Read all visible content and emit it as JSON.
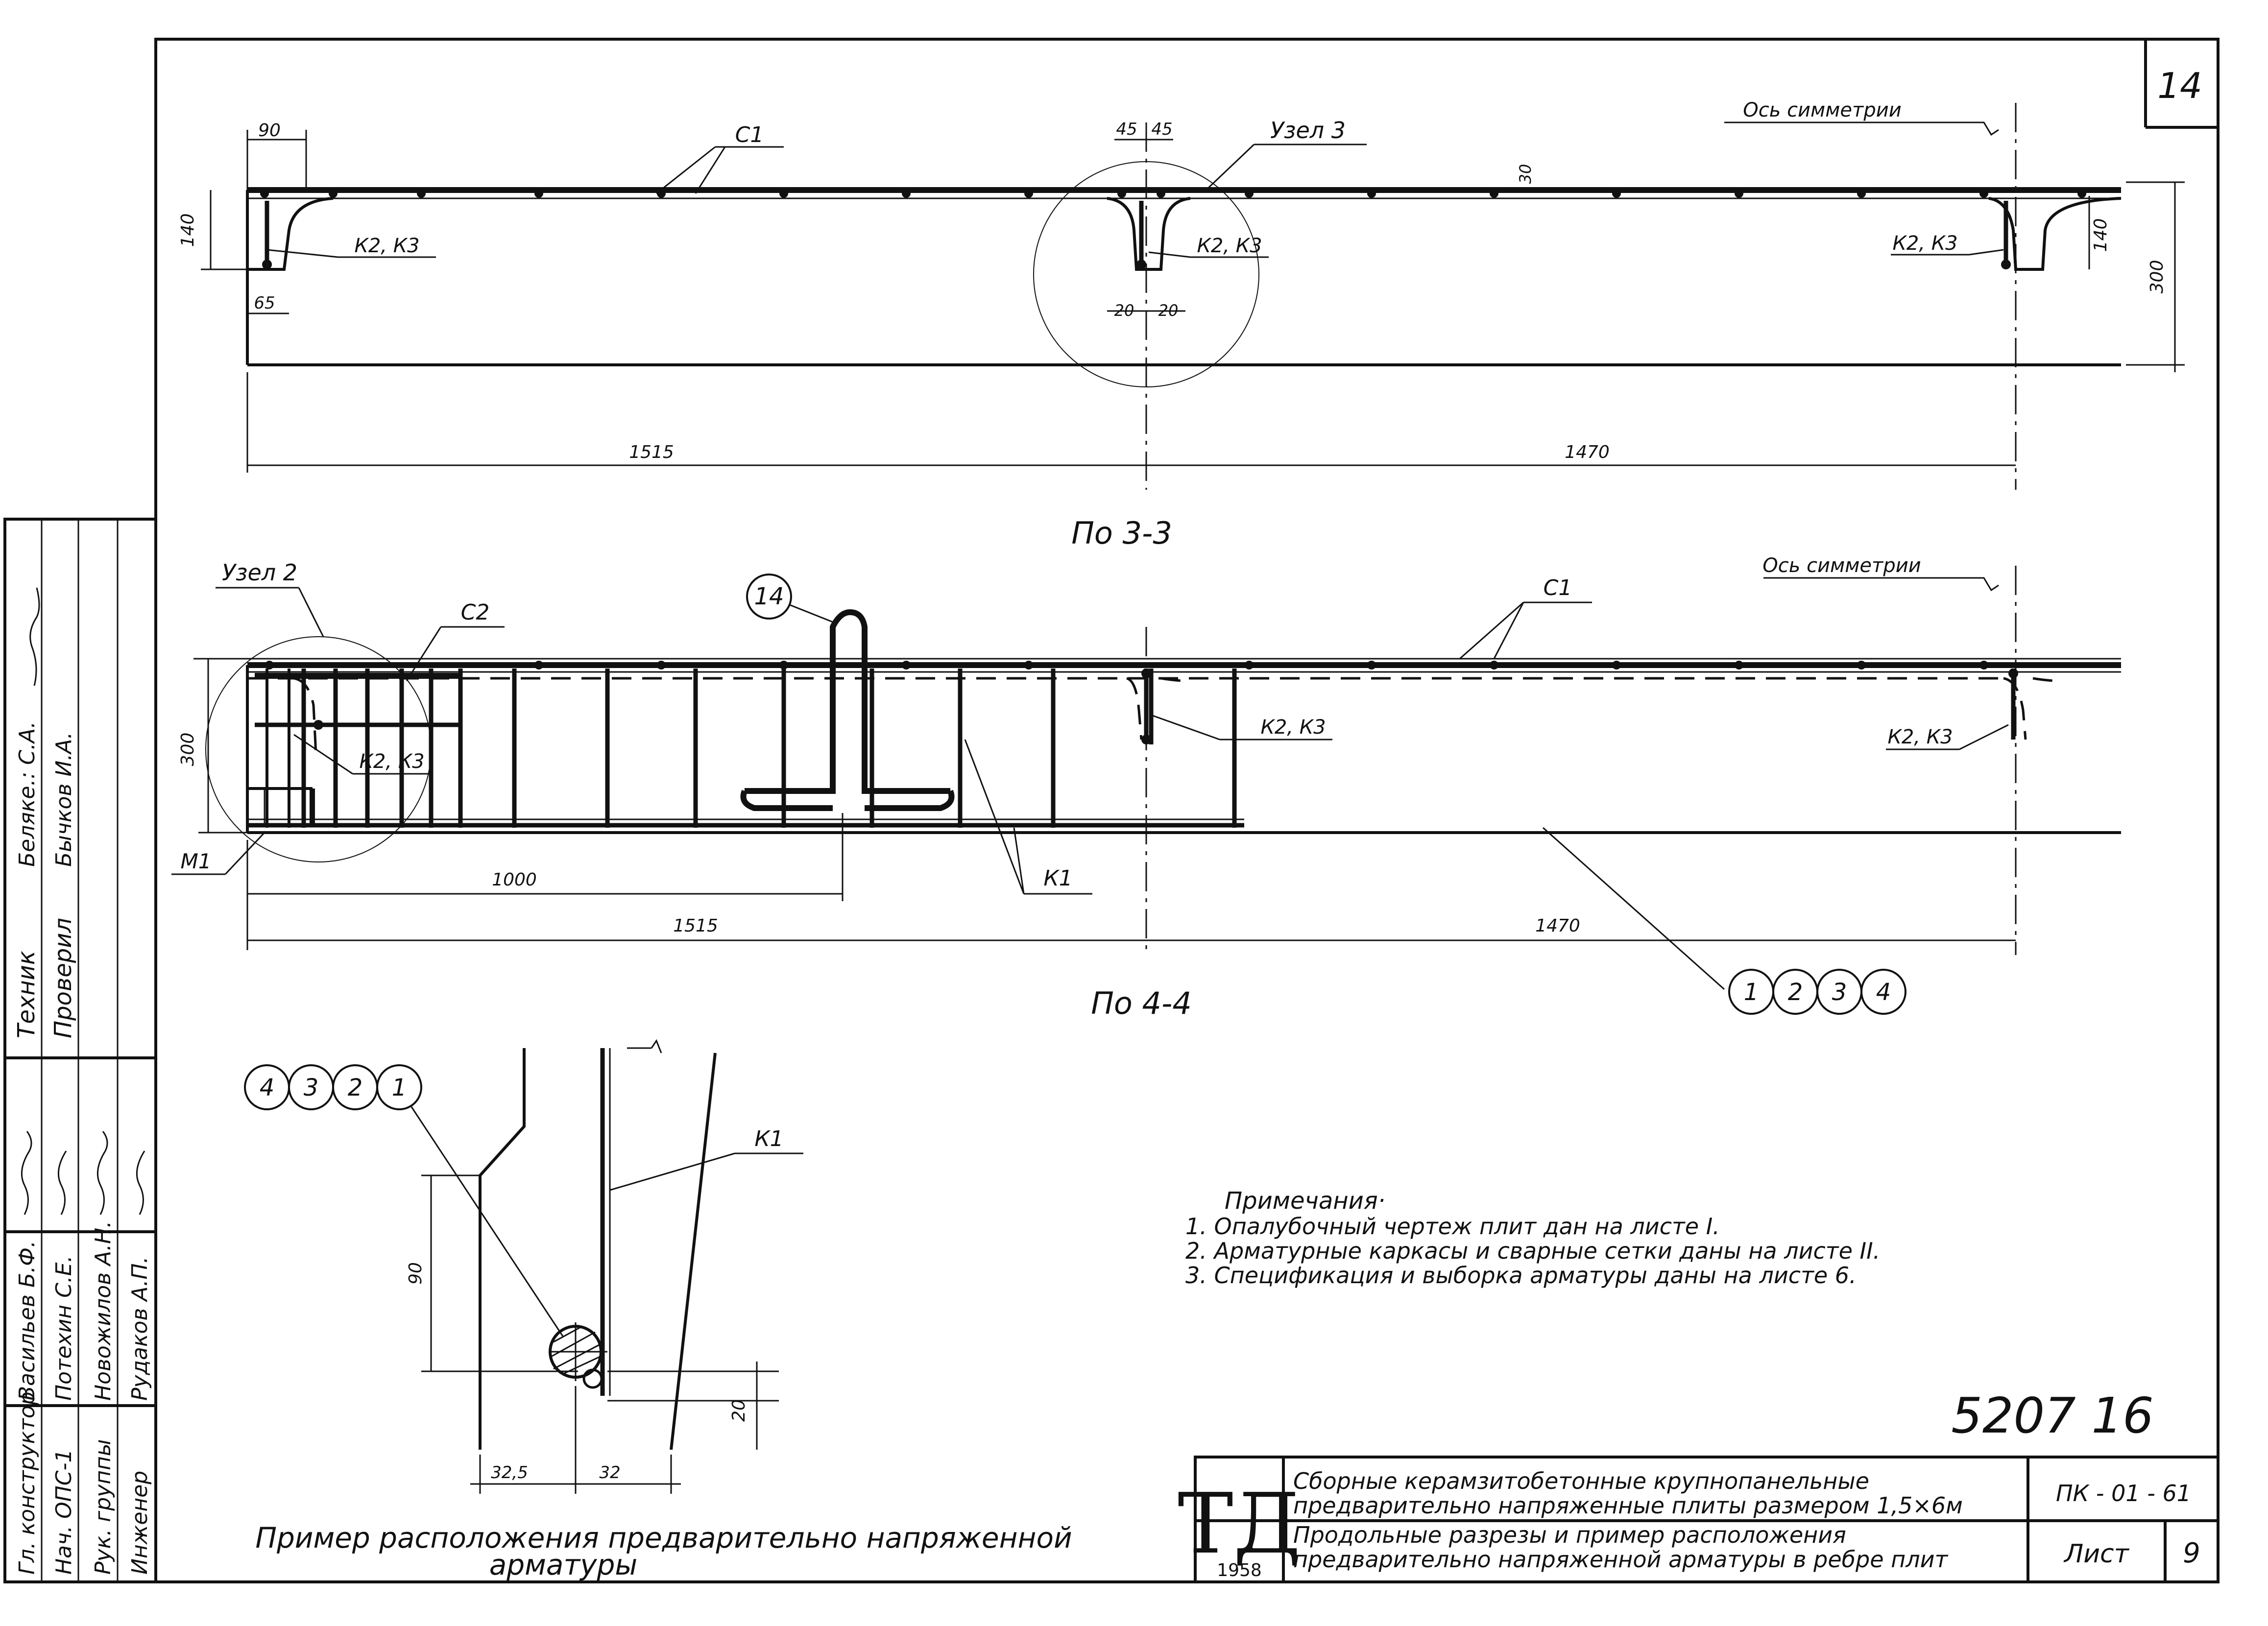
{
  "sheet_number": "14",
  "top_section": {
    "dims": {
      "d90": "90",
      "d45a": "45",
      "d45b": "45",
      "d140_left": "140",
      "d65": "65",
      "d30": "30",
      "d20a": "20",
      "d20b": "20",
      "d140_right": "140",
      "d300": "300",
      "d1515": "1515",
      "d1470": "1470"
    },
    "labels": {
      "c1": "C1",
      "uzel3": "Узел 3",
      "axis_sym": "Ось симметрии",
      "k2k3_left": "К2, К3",
      "k2k3_mid": "К2, К3",
      "k2k3_right": "К2, К3"
    },
    "title": "По 3-3"
  },
  "middle_section": {
    "dims": {
      "d300": "300",
      "d1000": "1000",
      "d1515": "1515",
      "d1470": "1470"
    },
    "labels": {
      "uzel2": "Узел 2",
      "c2": "С2",
      "c1": "С1",
      "axis_sym": "Ось симметрии",
      "k2k3_left": "К2, К3",
      "k2k3_mid": "К2, К3",
      "k2k3_right": "К2, К3",
      "m1": "М1",
      "k1": "К1",
      "pos14": "14"
    },
    "position_circles": [
      "1",
      "2",
      "3",
      "4"
    ],
    "title": "По 4-4"
  },
  "detail": {
    "position_circles": [
      "4",
      "3",
      "2",
      "1"
    ],
    "labels": {
      "k1": "К1"
    },
    "dims": {
      "d90": "90",
      "d20": "20",
      "d32_5": "32,5",
      "d32": "32"
    },
    "caption_line1": "Пример расположения предварительно напряженной",
    "caption_line2": "арматуры"
  },
  "notes": {
    "heading": "Примечания·",
    "items": [
      "1. Опалубочный чертеж плит дан на листе I.",
      "2. Арматурные каркасы и сварные сетки даны на листе II.",
      "3. Спецификация и выборка арматуры даны на листе 6."
    ]
  },
  "archive_number": "5207 16",
  "side_stamp": {
    "top_rows": [
      {
        "role": "Техник",
        "name": "Беляке.: С.А."
      },
      {
        "role": "Проверил",
        "name": "Бычков И.А."
      }
    ],
    "bottom_rows": [
      {
        "role": "Гл. конструктор",
        "name": "Васильев Б.Ф."
      },
      {
        "role": "Нач. ОПС-1",
        "name": "Потехин С.Е."
      },
      {
        "role": "Рук. группы",
        "name": "Новожилов А.Н."
      },
      {
        "role": "Инженер",
        "name": "Рудаков А.П."
      }
    ]
  },
  "title_block": {
    "logo": "ТД",
    "year": "1958",
    "line1a": "Сборные керамзитобетонные крупнопанельные",
    "line1b": "предварительно напряженные плиты размером 1,5×6м",
    "line2a": "Продольные разрезы и пример расположения",
    "line2b": "предварительно напряженной арматуры в ребре плит",
    "code": "ПК - 01 - 61",
    "sheet_label": "Лист",
    "sheet_value": "9"
  }
}
